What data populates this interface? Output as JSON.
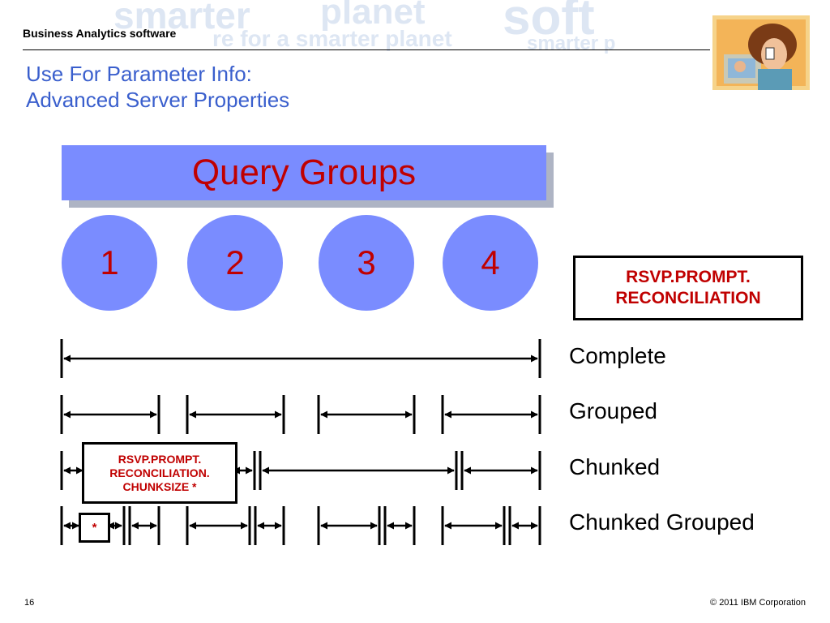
{
  "header": {
    "title": "Business Analytics software",
    "watermark": [
      "smarter",
      "planet",
      "soft",
      "re for a smarter planet",
      "smarter p"
    ]
  },
  "slide": {
    "title_line1": "Use For Parameter Info:",
    "title_line2": "Advanced Server Properties"
  },
  "diagram": {
    "banner": "Query Groups",
    "groups": [
      "1",
      "2",
      "3",
      "4"
    ],
    "property_box": {
      "line1": "RSVP.PROMPT.",
      "line2": "RECONCILIATION"
    },
    "chunksize_box": {
      "line1": "RSVP.PROMPT.",
      "line2": "RECONCILIATION.",
      "line3": "CHUNKSIZE *"
    },
    "star_box": "*",
    "rows": [
      "Complete",
      "Grouped",
      "Chunked",
      "Chunked Grouped"
    ],
    "colors": {
      "circle": "#7a8cff",
      "label_red": "#c00000",
      "title_blue": "#3a5fcd"
    }
  },
  "footer": {
    "page_number": "16",
    "copyright": "© 2011 IBM Corporation"
  }
}
